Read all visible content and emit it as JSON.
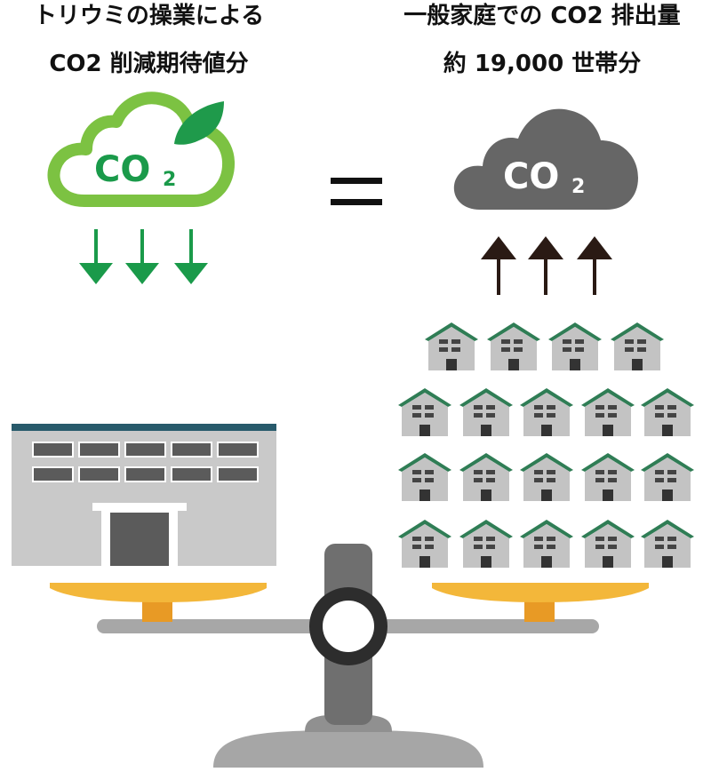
{
  "left_title": {
    "line1": "トリウミの操業による",
    "line2": "CO2 削減期待値分"
  },
  "right_title": {
    "line1": "一般家庭での CO2 排出量",
    "line2": "約 19,000 世帯分"
  },
  "left_cloud": {
    "label_main": "CO",
    "label_sub": "2"
  },
  "right_cloud": {
    "label_main": "CO",
    "label_sub": "2"
  },
  "colors": {
    "green_outline": "#7cc242",
    "green_text": "#1a9a4a",
    "leaf": "#1f9a4b",
    "gray_cloud": "#666666",
    "dark_arrow": "#2a1a14",
    "pan_yellow": "#f3b73a",
    "pan_orange": "#e89a25",
    "beam_gray": "#a7a7a7",
    "post_gray": "#6f6f6f",
    "roof_green": "#2f7d55",
    "factory_teal": "#285a6b"
  }
}
